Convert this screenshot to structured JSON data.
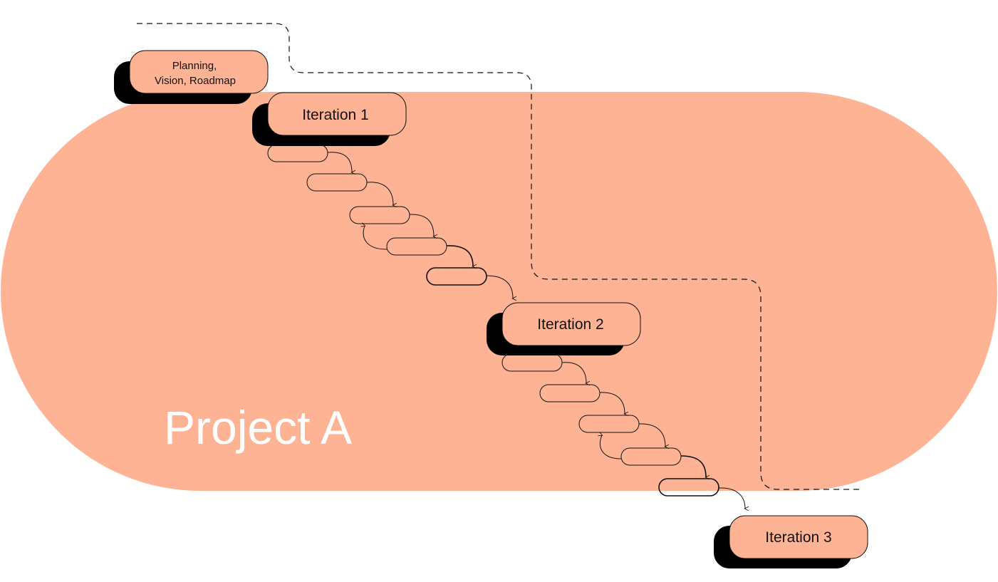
{
  "colors": {
    "background": "#ffffff",
    "project_fill": "#FDB394",
    "node_fill": "#FDB394",
    "shadow": "#000000",
    "stroke": "#111111",
    "project_label": "#ffffff"
  },
  "project": {
    "label": "Project A"
  },
  "phases": {
    "planning_line1": "Planning,",
    "planning_line2": "Vision, Roadmap",
    "iteration1": "Iteration 1",
    "iteration2": "Iteration 2",
    "iteration3": "Iteration 3"
  },
  "tasks_per_iteration": 5
}
